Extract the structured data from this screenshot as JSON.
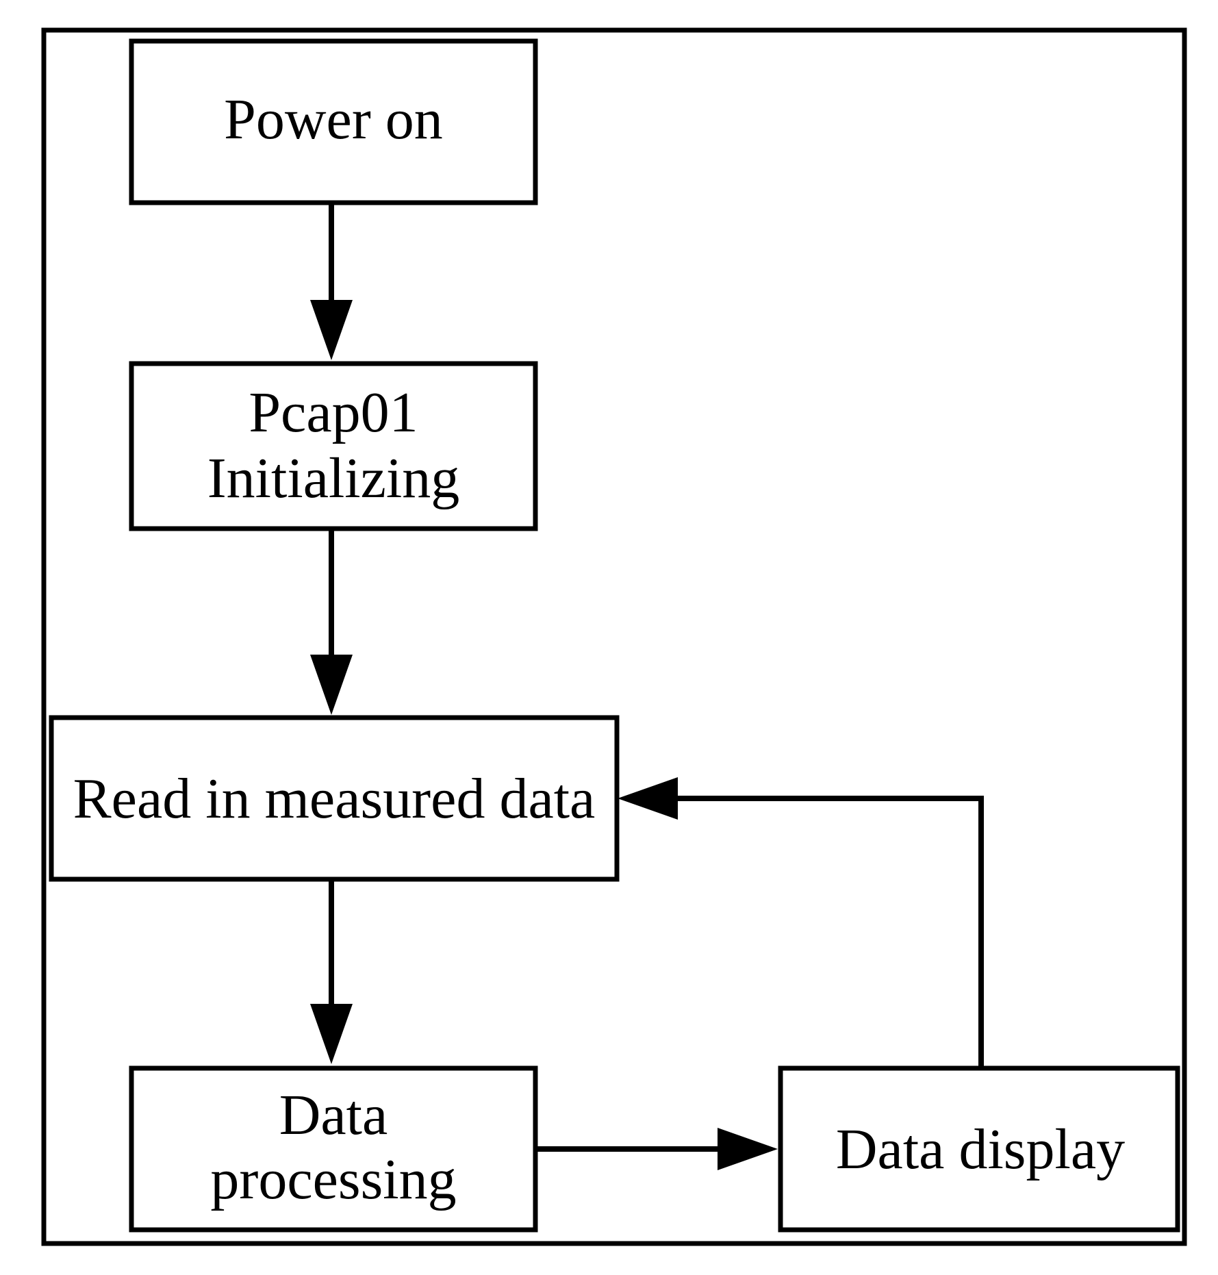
{
  "diagram": {
    "nodes": {
      "power_on": {
        "lines": [
          "Power on"
        ]
      },
      "pcap_init": {
        "lines": [
          "Pcap01",
          "Initializing"
        ]
      },
      "read_data": {
        "lines": [
          "Read in measured data"
        ]
      },
      "data_processing": {
        "lines": [
          "Data",
          "processing"
        ]
      },
      "data_display": {
        "lines": [
          "Data display"
        ]
      }
    },
    "edges": [
      {
        "from": "power_on",
        "to": "pcap_init"
      },
      {
        "from": "pcap_init",
        "to": "read_data"
      },
      {
        "from": "read_data",
        "to": "data_processing"
      },
      {
        "from": "data_processing",
        "to": "data_display"
      },
      {
        "from": "data_display",
        "to": "read_data"
      }
    ],
    "colors": {
      "stroke": "#000000",
      "background": "#ffffff"
    }
  }
}
